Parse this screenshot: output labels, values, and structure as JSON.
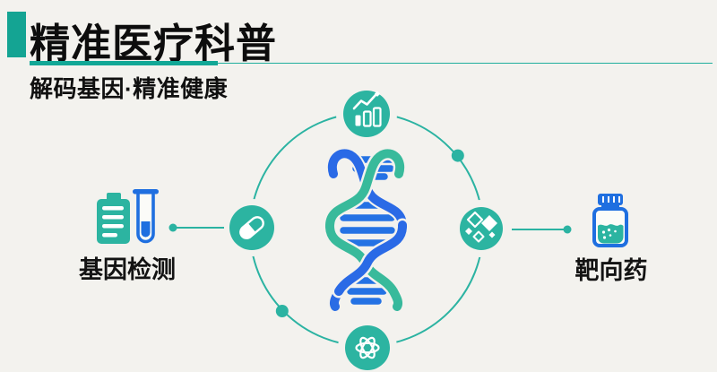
{
  "header": {
    "title": "精准医疗科普",
    "subtitle": "解码基因·精准健康"
  },
  "diagram": {
    "center_icon": "dna-helix",
    "ring_icons": [
      {
        "name": "chart-growth-icon",
        "position": "top"
      },
      {
        "name": "capsule-icon",
        "position": "left"
      },
      {
        "name": "molecule-sparkle-icon",
        "position": "right"
      },
      {
        "name": "atom-icon",
        "position": "bottom"
      }
    ],
    "left_item": {
      "label": "基因检测",
      "icons": [
        "report-icon",
        "test-tube-icon"
      ]
    },
    "right_item": {
      "label": "靶向药",
      "icons": [
        "medicine-bottle-icon"
      ]
    }
  },
  "colors": {
    "teal": "#2bb4a1",
    "blue": "#1f6fe0",
    "green": "#3cba8c",
    "ink": "#111111",
    "background": "#f3f2ee"
  }
}
